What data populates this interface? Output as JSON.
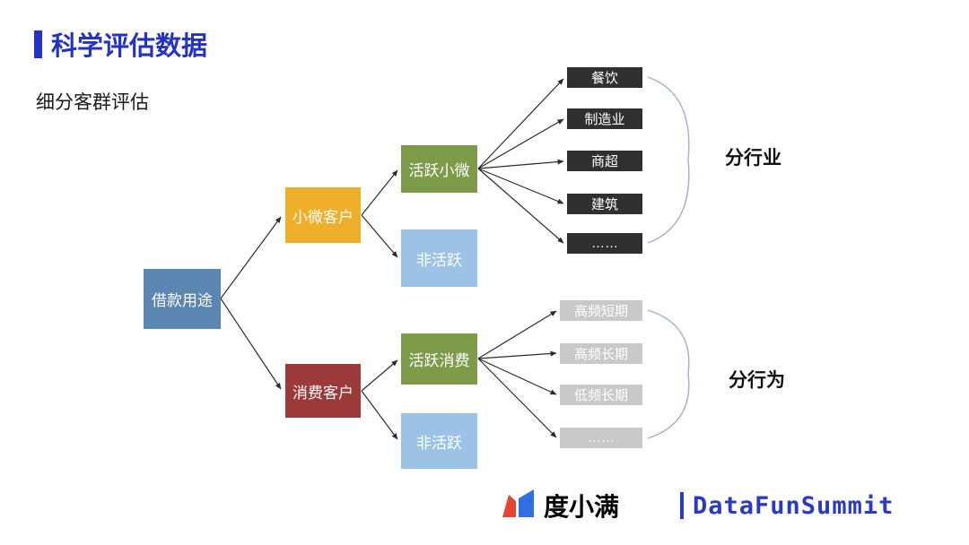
{
  "header": {
    "title": "科学评估数据",
    "subtitle": "细分客群评估"
  },
  "tree": {
    "root": {
      "label": "借款用途",
      "color": "#5b86b2"
    },
    "small_micro": {
      "label": "小微客户",
      "color": "#f0af2a"
    },
    "consumer": {
      "label": "消费客户",
      "color": "#9c3a3a"
    },
    "active_small_micro": {
      "label": "活跃小微",
      "color": "#7d9b49"
    },
    "inactive_top": {
      "label": "非活跃",
      "color": "#9cc3e5"
    },
    "active_consumer": {
      "label": "活跃消费",
      "color": "#7d9b49"
    },
    "inactive_bottom": {
      "label": "非活跃",
      "color": "#9cc3e5"
    },
    "industries": [
      "餐饮",
      "制造业",
      "商超",
      "建筑",
      "……"
    ],
    "behaviors": [
      "高频短期",
      "高频长期",
      "低频长期",
      "……"
    ],
    "industry_group_label": "分行业",
    "behavior_group_label": "分行为",
    "industry_chip_color": "#303030",
    "behavior_chip_color": "#c9c9c9"
  },
  "footer": {
    "brand": "度小满",
    "summit": "DataFunSummit"
  },
  "colors": {
    "accent_blue": "#2433c5",
    "connector": "#2b2b2b",
    "brace": "#9fb0cf"
  }
}
